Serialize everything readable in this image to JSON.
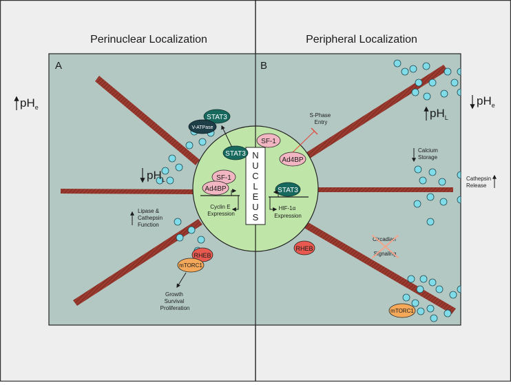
{
  "colors": {
    "outer_bg": "#eeeeee",
    "cell_bg": "#b3c8c3",
    "nucleus": "#bfe5a8",
    "filament": "#9b3a2f",
    "lysosome": "#7fdce8",
    "sf1": "#f2b6c2",
    "stat3": "#17695e",
    "vatpase": "#1e3f48",
    "rheb": "#e85a4f",
    "mtorc1": "#f4a95a",
    "inhibit": "#e04a3c"
  },
  "headings": {
    "left": "Perinuclear Localization",
    "right": "Peripheral Localization"
  },
  "panels": {
    "a": "A",
    "b": "B"
  },
  "nucleus_label": [
    "N",
    "U",
    "C",
    "L",
    "E",
    "U",
    "S"
  ],
  "left": {
    "ph_e": {
      "main": "pH",
      "sub": "e"
    },
    "ph_l": {
      "main": "pH",
      "sub": "L"
    },
    "stat3_top": "STAT3",
    "vatpase": "V-ATPase",
    "stat3_nuc": "STAT3",
    "sf1": "SF-1",
    "ad4bp": "Ad4BP",
    "cyclin": [
      "Cyclin E",
      "Expression"
    ],
    "lipase": [
      "Lipase &",
      "Cathepsin",
      "Function"
    ],
    "rheb": "RHEB",
    "mtorc1": "mTORC1",
    "growth": [
      "Growth",
      "Survival",
      "Proliferation"
    ]
  },
  "right": {
    "ph_e": {
      "main": "pH",
      "sub": "e"
    },
    "ph_l": {
      "main": "pH",
      "sub": "L"
    },
    "sphase": [
      "S-Phase",
      "Entry"
    ],
    "sf1": "SF-1",
    "ad4bp": "Ad4BP",
    "stat3": "STAT3",
    "hif": [
      "HIF-1α",
      "Expression"
    ],
    "calcium": [
      "Calcium",
      "Storage"
    ],
    "cathepsin": [
      "Cathepsin",
      "Release"
    ],
    "rheb": "RHEB",
    "circadian": [
      "Circadian",
      "Signaling"
    ],
    "mtorc1": "mTORC1"
  }
}
